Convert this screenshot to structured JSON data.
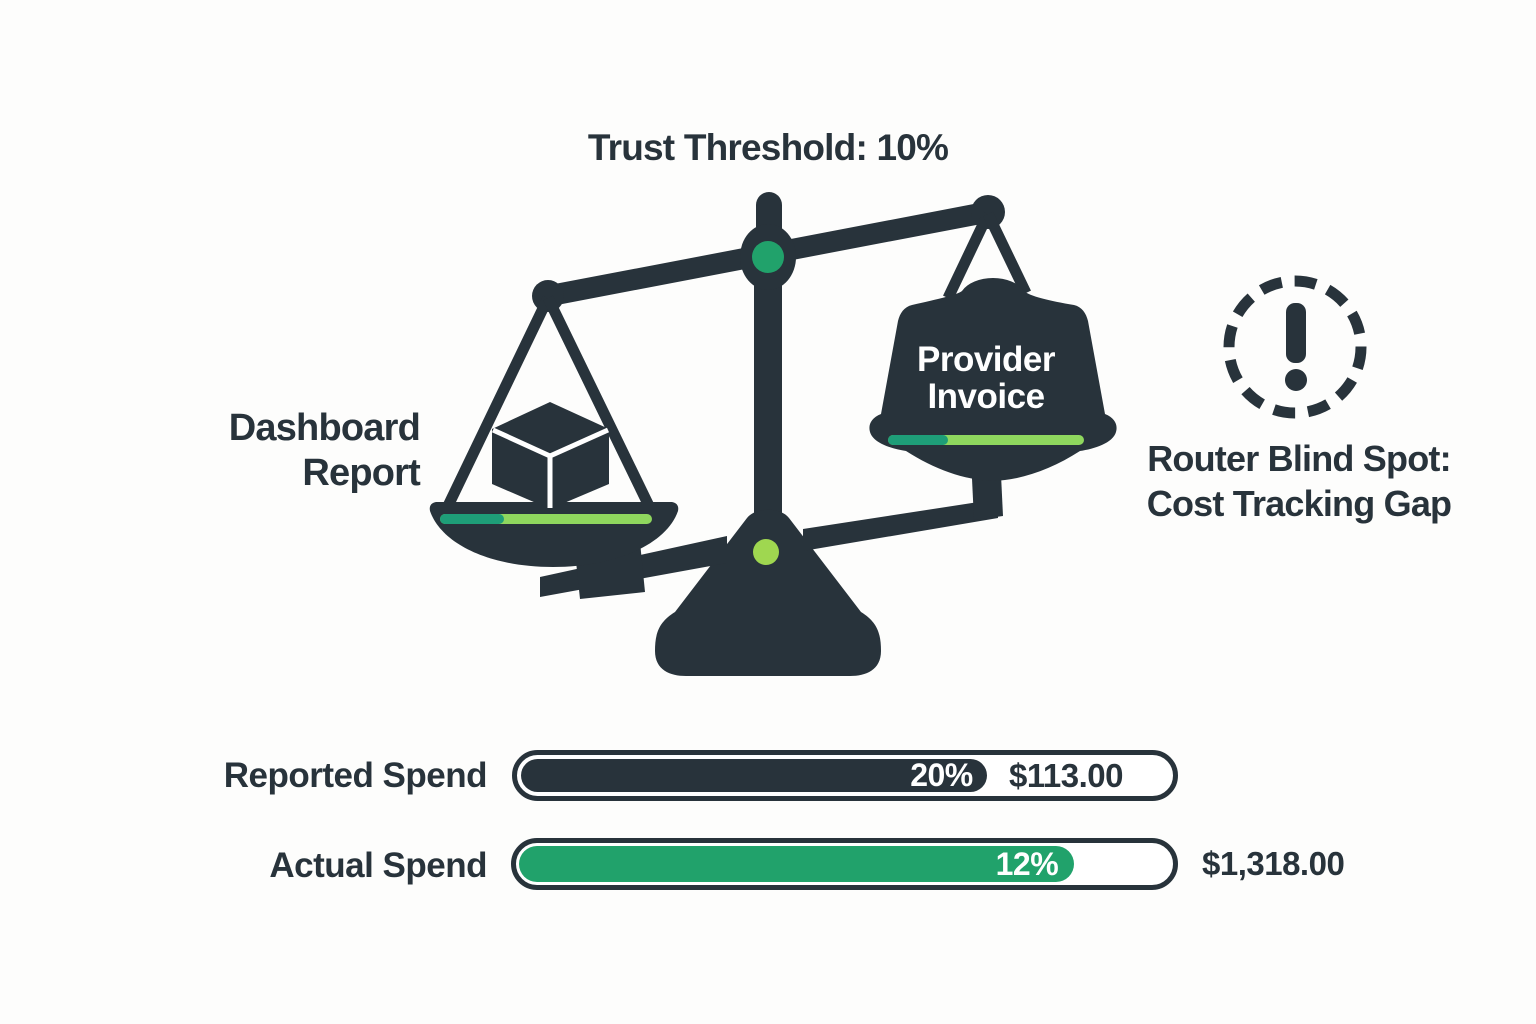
{
  "title": "Trust Threshold: 10%",
  "scale": {
    "left_pan_label": {
      "line1": "Dashboard",
      "line2": "Report"
    },
    "right_weight_label": {
      "line1": "Provider",
      "line2": "Invoice"
    },
    "icons": {
      "left_pan": "cube-icon",
      "pivot": "pivot-dot-icon",
      "base": "base-dot-icon"
    }
  },
  "warning": {
    "icon": "exclamation-circle-dashed-icon",
    "line1": "Router Blind Spot:",
    "line2": "Cost Tracking Gap"
  },
  "bars": {
    "reported": {
      "label": "Reported Spend",
      "percent": "20%",
      "amount": "$113.00",
      "fill_style": "width:71%"
    },
    "actual": {
      "label": "Actual Spend",
      "percent": "12%",
      "amount": "$1,318.00",
      "fill_style": "width:84.5%"
    }
  },
  "colors": {
    "dark": "#28333B",
    "green": "#21A26B",
    "teal": "#1E9E78",
    "light_green": "#8FD75E",
    "base_dot_green": "#9FD750",
    "white": "#FFFFFF",
    "background": "#FDFDFC"
  }
}
